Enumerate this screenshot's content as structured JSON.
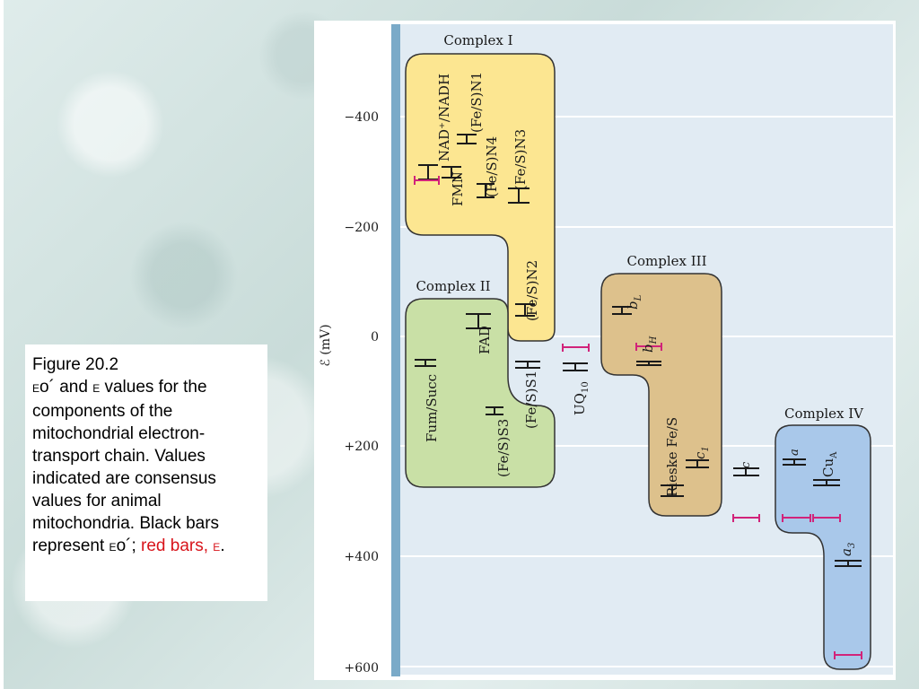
{
  "caption": {
    "heading": "Figure 20.2",
    "line1_sym": "E",
    "line1_sub": "o",
    "line1_prime": "´",
    "line1_and": " and ",
    "line1_sym2": "E",
    "line1_rest": " values for the components of the mitochondrial electron-transport chain. Values indicated are consensus values for animal mitochondria. Black bars represent ",
    "line2_sym": "E",
    "line2_sub": "o",
    "line2_prime": "´",
    "line2_sep": "; ",
    "red_text": "red bars, ",
    "red_sym": "E",
    "end": "."
  },
  "axis": {
    "label": "ℰ (mV)",
    "ticks": [
      "−400",
      "−200",
      "0",
      "+200",
      "+400",
      "+600"
    ],
    "values": [
      -400,
      -200,
      0,
      200,
      400,
      600
    ]
  },
  "complexes": [
    {
      "name": "Complex I",
      "color": "#fce691"
    },
    {
      "name": "Complex II",
      "color": "#c9e0a6"
    },
    {
      "name": "Complex III",
      "color": "#ddc18c"
    },
    {
      "name": "Complex IV",
      "color": "#a9c8ea"
    }
  ],
  "components": {
    "nad": "NAD⁺/NADH",
    "fmn": "FMN",
    "fes_n1": "(Fe/S)N1",
    "fes_n4": "(Fe/S)N4",
    "fes_n3": "(Fe/S)N3",
    "fes_n2": "(Fe/S)N2",
    "fad": "FAD",
    "fum_succ": "Fum/Succ",
    "fes_s1": "(Fe/S)S1",
    "fes_s3": "(Fe/S)S3",
    "uq": "UQ",
    "uq_sub": "10",
    "b": "b",
    "b_l_sub": "L",
    "b_h_sub": "H",
    "rieske": "Rieske Fe/S",
    "c": "c",
    "c1_sub": "1",
    "cyt_a": "a",
    "cu": "Cu",
    "cu_sub": "A",
    "a3_sub": "3"
  },
  "colors": {
    "black_bar": "#1a1a1a",
    "red_bar": "#d1237a",
    "axis_bar": "#7aaac8",
    "grid": "#ffffff",
    "plot_bg": "#e1ebf3"
  }
}
